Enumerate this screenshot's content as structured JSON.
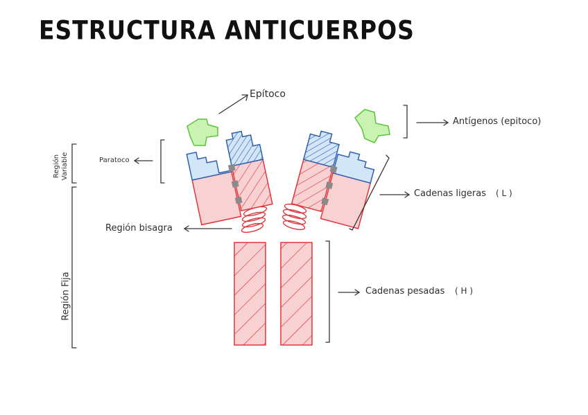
{
  "title": "ESTRUCTURA ANTICUERPOS",
  "labels": {
    "epitoco": "Epítoco",
    "antigenos": "Antígenos (epitoco)",
    "paratoco": "Paratoco",
    "region_variable_line1": "Región",
    "region_variable_line2": "Variable",
    "cadenas_ligeras": "Cadenas ligeras",
    "cadenas_ligeras_abbr": "( L )",
    "region_bisagra": "Región bisagra",
    "region_fija": "Región Fija",
    "cadenas_pesadas": "Cadenas pesadas",
    "cadenas_pesadas_abbr": "( H )"
  },
  "colors": {
    "heavy_chain_fill": "#f8d2d3",
    "heavy_chain_stroke": "#e0353b",
    "variable_fill": "#d3e6f8",
    "variable_stroke": "#2f5fb0",
    "antigen_fill": "#c9f2b3",
    "antigen_stroke": "#5cc43d",
    "disulfide": "#8a8a8a",
    "annotation": "#333333"
  }
}
